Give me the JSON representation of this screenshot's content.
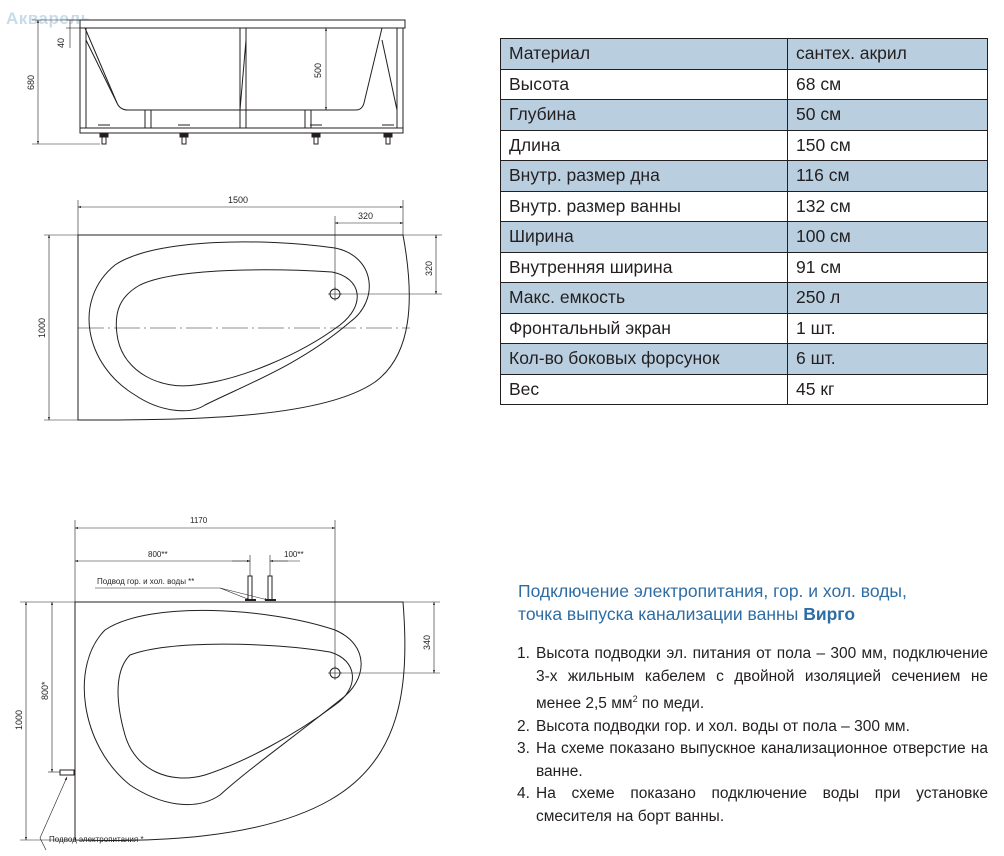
{
  "logo": "Акварель",
  "drawings": {
    "elevation": {
      "dim_rim": "40",
      "dim_height": "680",
      "dim_depth": "500"
    },
    "plan": {
      "dim_length": "1500",
      "dim_drain_x": "320",
      "dim_drain_y": "320",
      "dim_width": "1000"
    },
    "connections": {
      "dim_length": "1170",
      "dim_water_offset": "800**",
      "dim_water_gap": "100**",
      "dim_drain_y": "340",
      "dim_width": "1000",
      "dim_power_height": "800*",
      "label_water": "Подвод гор. и хол. воды **",
      "label_power": "Подвод электропитания *"
    }
  },
  "specs": [
    {
      "key": "Материал",
      "value": "сантех. акрил"
    },
    {
      "key": "Высота",
      "value": "68 см"
    },
    {
      "key": "Глубина",
      "value": "50 см"
    },
    {
      "key": "Длина",
      "value": "150 см"
    },
    {
      "key": "Внутр. размер дна",
      "value": "116 см"
    },
    {
      "key": "Внутр. размер ванны",
      "value": "132 см"
    },
    {
      "key": "Ширина",
      "value": "100 см"
    },
    {
      "key": "Внутренняя ширина",
      "value": "91 см"
    },
    {
      "key": "Макс. емкость",
      "value": "250 л"
    },
    {
      "key": "Фронтальный экран",
      "value": "1 шт."
    },
    {
      "key": "Кол-во боковых форсунок",
      "value": "6 шт."
    },
    {
      "key": "Вес",
      "value": "45 кг"
    }
  ],
  "section": {
    "title_line1": "Подключение электропитания, гор. и хол. воды,",
    "title_line2": "точка выпуска канализации ванны",
    "model": "Вирго",
    "notes": [
      {
        "num": "1.",
        "text": "Высота подводки эл. питания от пола – 300 мм, подключение 3-х жильным кабелем с двойной изоляцией сечением не менее 2,5 мм",
        "sup": "2",
        "tail": " по меди."
      },
      {
        "num": "2.",
        "text": "Высота подводки гор. и хол. воды от пола – 300 мм."
      },
      {
        "num": "3.",
        "text": "На схеме показано выпускное канализационное отверстие на ванне."
      },
      {
        "num": "4.",
        "text": "На схеме показано подключение воды при установке смесителя на борт ванны."
      }
    ]
  },
  "colors": {
    "table_stripe": "#b9cfe0",
    "heading": "#2e6da4",
    "line": "#231f20"
  }
}
